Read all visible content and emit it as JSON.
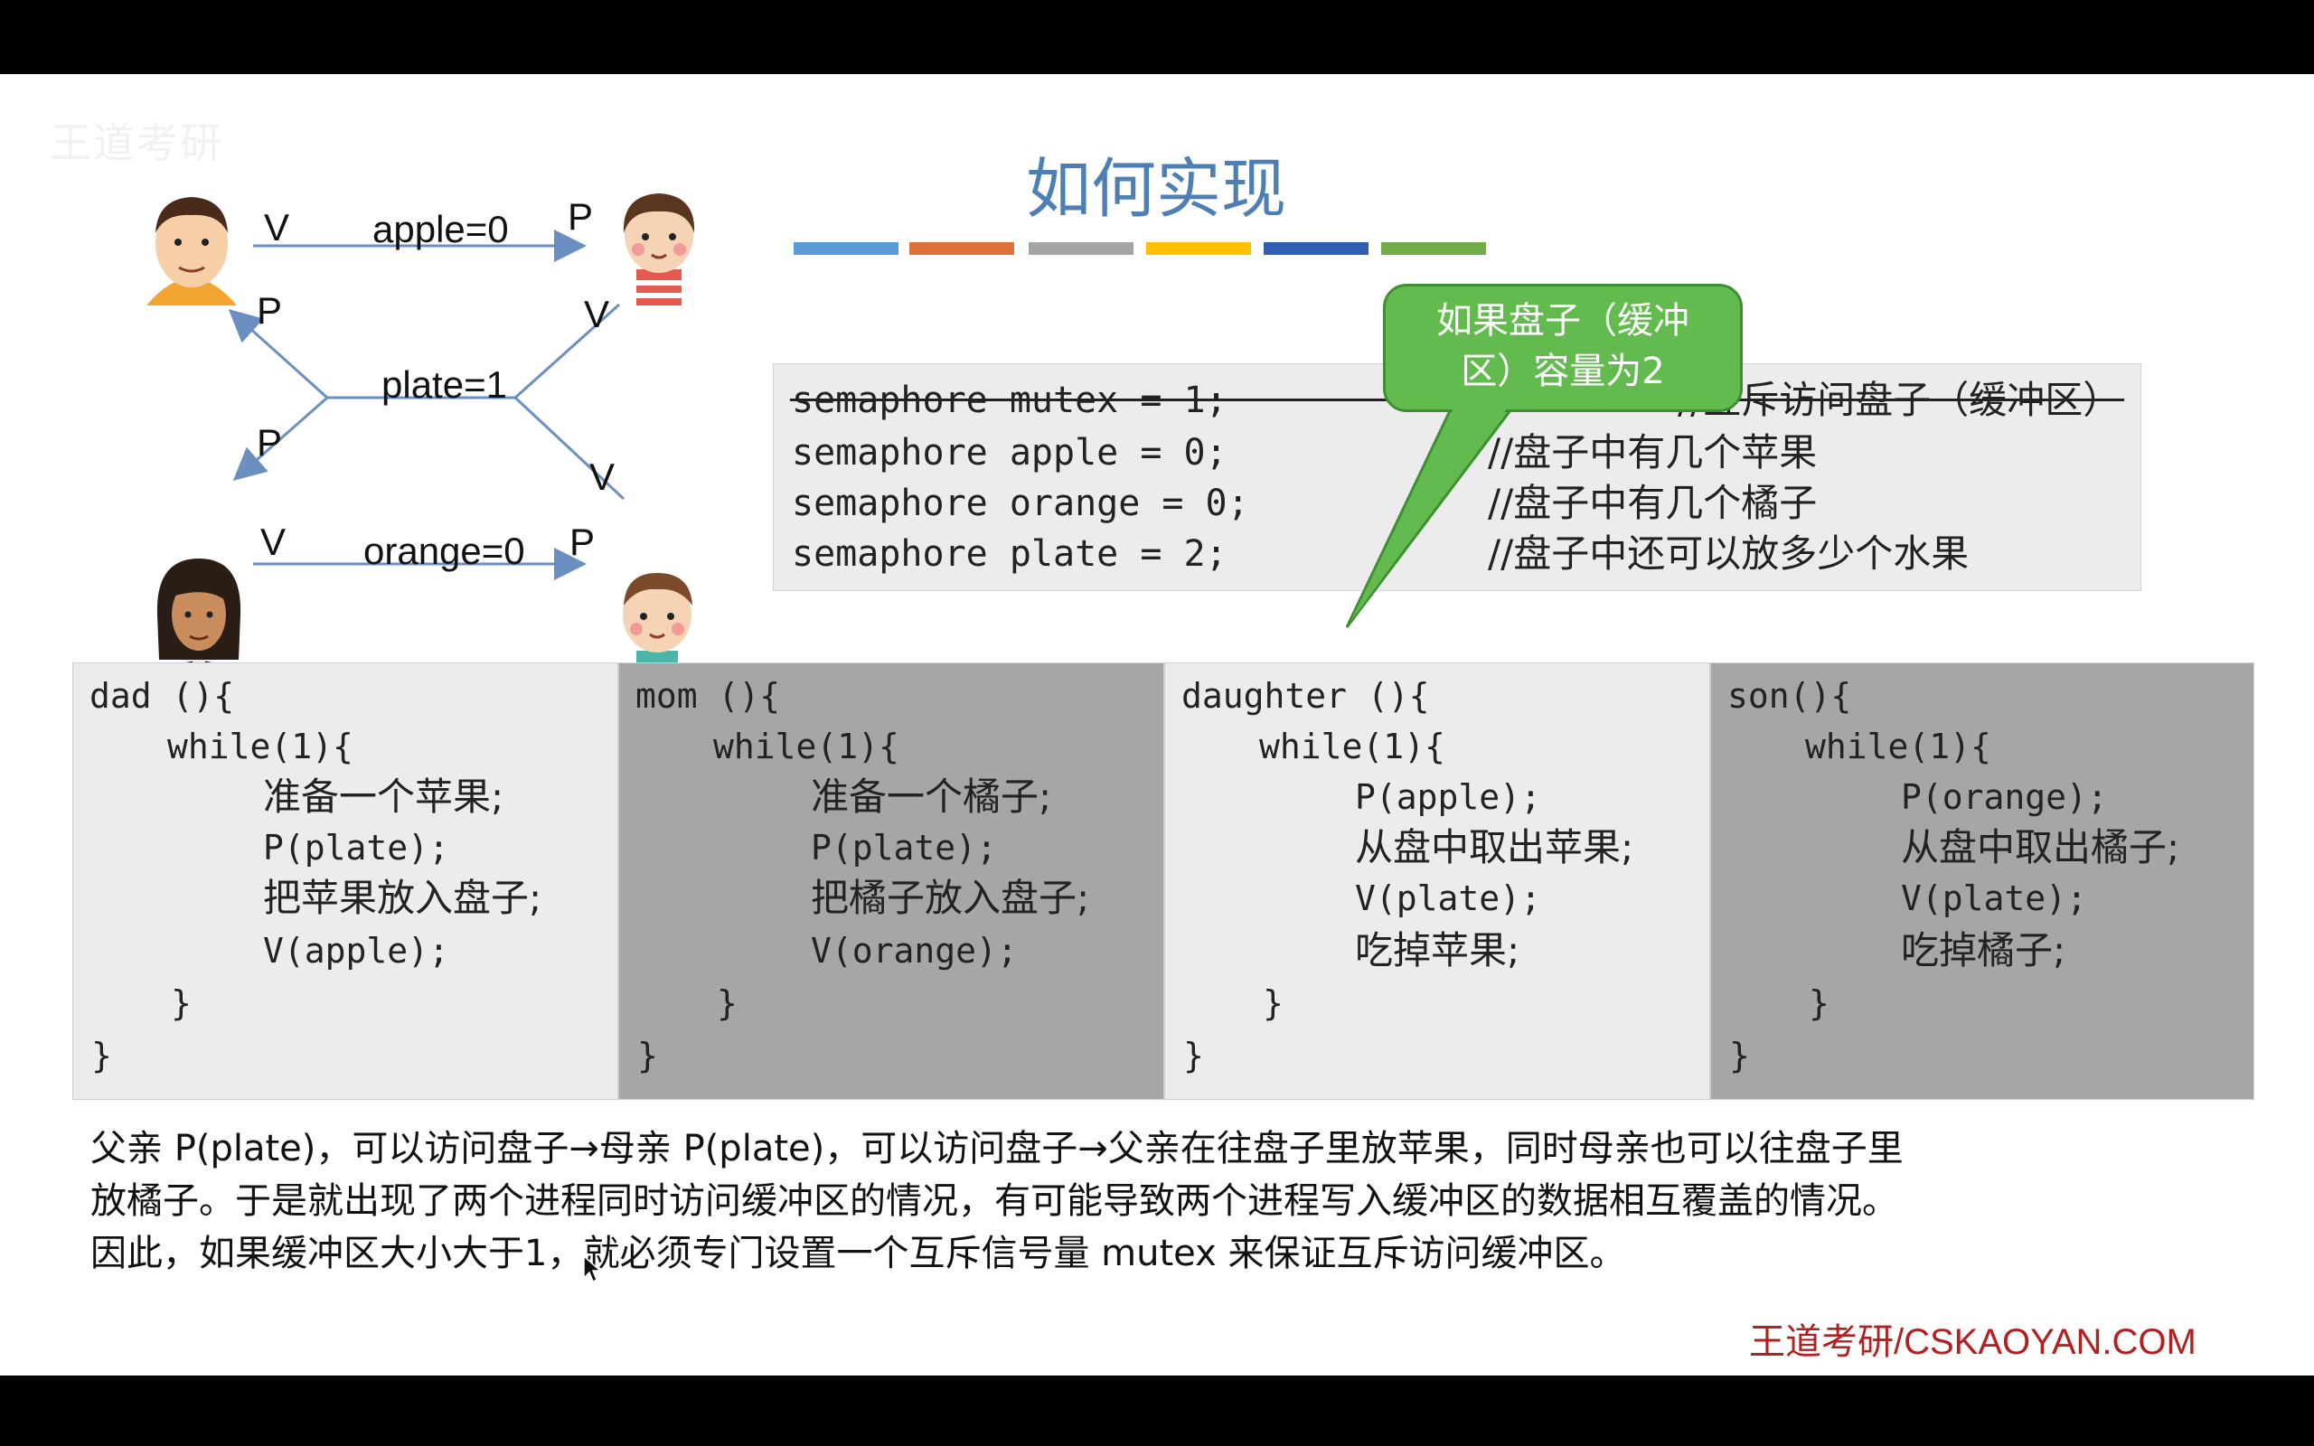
{
  "slide": {
    "title": "如何实现",
    "watermark": "王道考研",
    "brand": "王道考研/CSKAOYAN.COM",
    "color_bar": [
      "#5b9bd5",
      "#e0703a",
      "#a5a5a5",
      "#ffc000",
      "#2f5fb3",
      "#70ad47"
    ]
  },
  "diagram": {
    "apple_label": "apple=0",
    "plate_label": "plate=1",
    "orange_label": "orange=0",
    "v_top": "V",
    "p_top": "P",
    "p_left_upper": "P",
    "p_left_lower": "P",
    "v_right_upper": "V",
    "v_right_lower": "V",
    "v_bottom": "V",
    "p_bottom": "P",
    "figures": [
      "dad-avatar",
      "daughter-avatar",
      "mom-avatar",
      "son-avatar"
    ]
  },
  "semaphores": {
    "lines": [
      {
        "code": "semaphore mutex = 1;",
        "comment": "//互斥访问盘子（缓冲区）"
      },
      {
        "code": "semaphore apple = 0;",
        "comment": "//盘子中有几个苹果"
      },
      {
        "code": "semaphore orange = 0;",
        "comment": "//盘子中有几个橘子"
      },
      {
        "code": "semaphore plate = 2;",
        "comment": "//盘子中还可以放多少个水果"
      }
    ]
  },
  "callout": {
    "line1": "如果盘子（缓冲",
    "line2": "区）容量为2"
  },
  "panels": [
    {
      "header": "dad (){",
      "loop": "while(1){",
      "body": [
        "准备一个苹果;",
        "P(plate);",
        "把苹果放入盘子;",
        "V(apple);"
      ],
      "close_inner": "}",
      "close_outer": "}"
    },
    {
      "header": "mom (){",
      "loop": "while(1){",
      "body": [
        "准备一个橘子;",
        "P(plate);",
        "把橘子放入盘子;",
        "V(orange);"
      ],
      "close_inner": "}",
      "close_outer": "}"
    },
    {
      "header": "daughter (){",
      "loop": "while(1){",
      "body": [
        "P(apple);",
        "从盘中取出苹果;",
        "V(plate);",
        "吃掉苹果;"
      ],
      "close_inner": "}",
      "close_outer": "}"
    },
    {
      "header": "son(){",
      "loop": "while(1){",
      "body": [
        "P(orange);",
        "从盘中取出橘子;",
        "V(plate);",
        "吃掉橘子;"
      ],
      "close_inner": "}",
      "close_outer": "}"
    }
  ],
  "explanation": {
    "line1": "父亲 P(plate)，可以访问盘子→母亲 P(plate)，可以访问盘子→父亲在往盘子里放苹果，同时母亲也可以往盘子里",
    "line2": "放橘子。于是就出现了两个进程同时访问缓冲区的情况，有可能导致两个进程写入缓冲区的数据相互覆盖的情况。",
    "line3": "因此，如果缓冲区大小大于1，就必须专门设置一个互斥信号量 mutex 来保证互斥访问缓冲区。"
  }
}
